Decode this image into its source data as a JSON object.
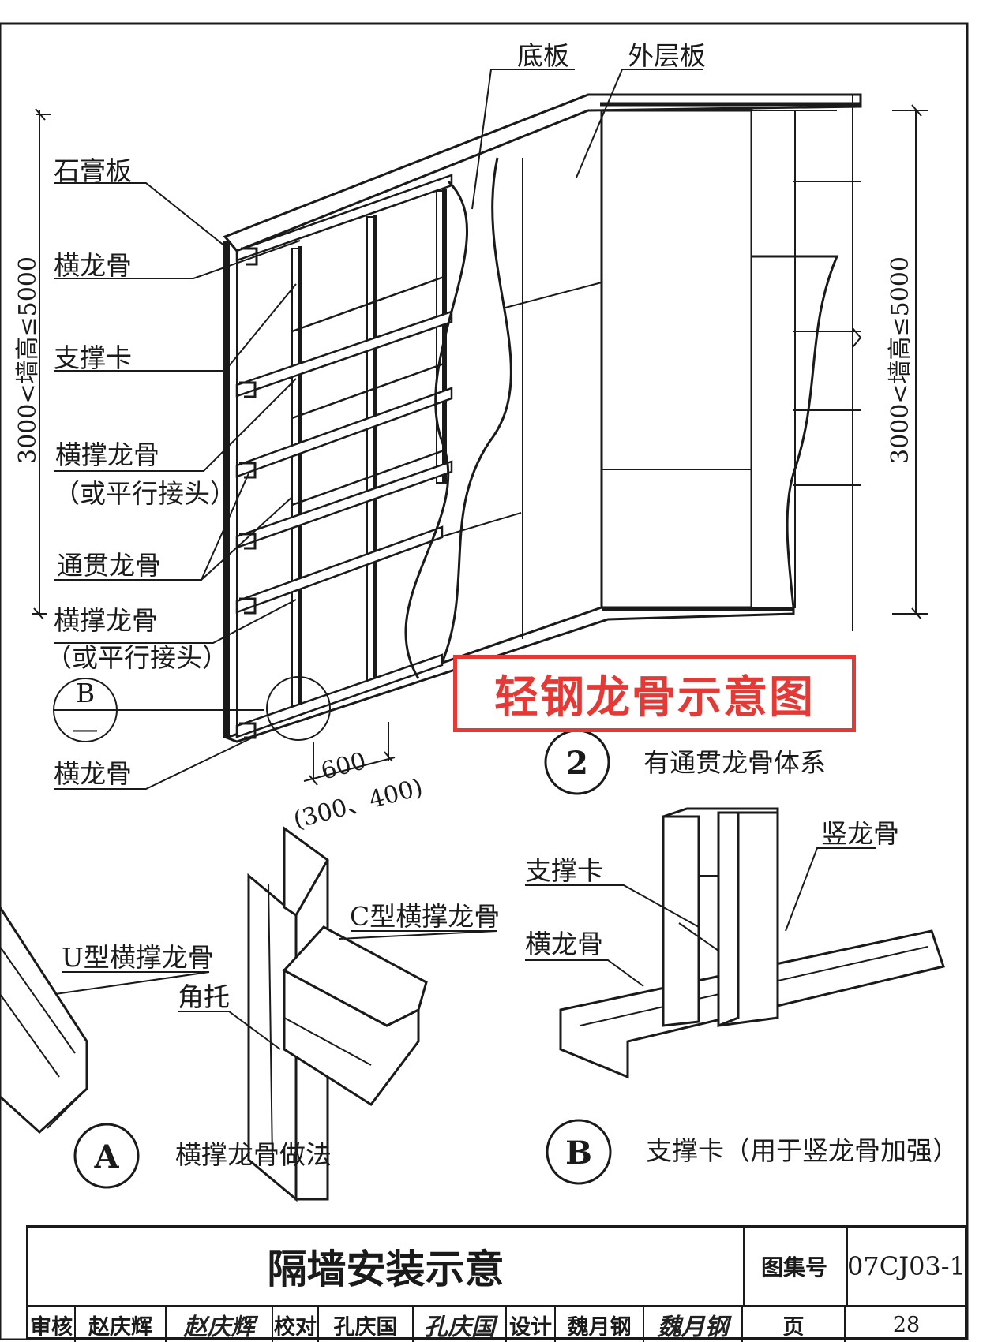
{
  "main_diagram": {
    "labels": {
      "gypsum_board": "石膏板",
      "base_board": "底板",
      "outer_board": "外层板",
      "top_track": "横龙骨",
      "brace_clip": "支撑卡",
      "cross_brace_1": "横撑龙骨",
      "cross_brace_1_note": "（或平行接头）",
      "through_stud": "通贯龙骨",
      "cross_brace_2": "横撑龙骨",
      "cross_brace_2_note": "（或平行接头）",
      "bottom_track": "横龙骨",
      "height_left": "3000<墙高≤5000",
      "height_right": "3000<墙高≤5000",
      "spacing": "600",
      "spacing_alt": "(300、400)"
    },
    "detail_ref": {
      "top": "B",
      "bottom": "—"
    },
    "caption_num": "2",
    "caption": "有通贯龙骨体系"
  },
  "overlay_label": "轻钢龙骨示意图",
  "detail_a": {
    "labels": {
      "u_brace": "U型横撑龙骨",
      "angle": "角托",
      "c_brace": "C型横撑龙骨"
    },
    "circle": "A",
    "caption": "横撑龙骨做法"
  },
  "detail_b": {
    "labels": {
      "brace_clip": "支撑卡",
      "track": "横龙骨",
      "stud": "竖龙骨"
    },
    "circle": "B",
    "caption": "支撑卡（用于竖龙骨加强）"
  },
  "title_block": {
    "title": "隔墙安装示意",
    "atlas_label": "图集号",
    "atlas_no": "07CJ03-1",
    "review_label": "审核",
    "reviewer": "赵庆辉",
    "reviewer_sig": "赵庆辉",
    "check_label": "校对",
    "checker": "孔庆国",
    "checker_sig": "孔庆国",
    "design_label": "设计",
    "designer": "魏月钢",
    "designer_sig": "魏月钢",
    "page_label": "页",
    "page_no": "28"
  }
}
